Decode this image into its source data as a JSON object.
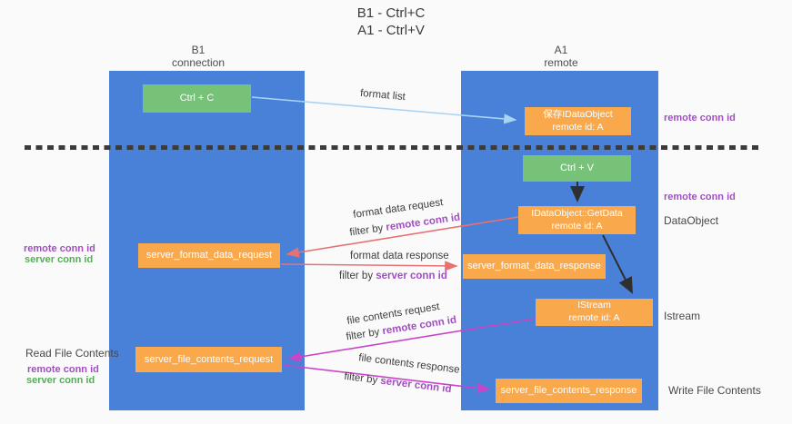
{
  "title": {
    "line1": "B1 - Ctrl+C",
    "line2": "A1 - Ctrl+V"
  },
  "lanes": {
    "left": {
      "name": "B1",
      "subtitle": "connection"
    },
    "right": {
      "name": "A1",
      "subtitle": "remote"
    }
  },
  "nodes": {
    "ctrl_c": {
      "label": "Ctrl + C"
    },
    "save_idataobject": {
      "line1": "保存IDataObject",
      "line2": "remote id: A"
    },
    "ctrl_v": {
      "label": "Ctrl + V"
    },
    "getdata": {
      "line1": "IDataObject::GetData",
      "line2": "remote id: A"
    },
    "format_request": {
      "label": "server_format_data_request"
    },
    "format_response": {
      "label": "server_format_data_response"
    },
    "istream": {
      "line1": "IStream",
      "line2": "remote id: A"
    },
    "file_request": {
      "label": "server_file_contents_request"
    },
    "file_response": {
      "label": "server_file_contents_response"
    }
  },
  "edges": {
    "format_list": {
      "label": "format list"
    },
    "format_data_request": {
      "label": "format data request",
      "filter_prefix": "filter by ",
      "filter_key": "remote conn id"
    },
    "format_data_response": {
      "label": "format data response",
      "filter_prefix": "filter by ",
      "filter_key": "server conn id"
    },
    "file_contents_request": {
      "label": "file contents request",
      "filter_prefix": "filter by ",
      "filter_key": "remote conn id"
    },
    "file_contents_response": {
      "label": "file contents response",
      "filter_prefix": "filter by ",
      "filter_key": "server conn id"
    }
  },
  "side_labels": {
    "left_top": {
      "remote": "remote conn id",
      "server": "server conn id"
    },
    "left_read": "Read File Contents",
    "left_bottom": {
      "remote": "remote conn id",
      "server": "server conn id"
    },
    "right_conn_top": "remote conn id",
    "right_conn_mid": "remote conn id",
    "right_dataobject": "DataObject",
    "right_istream": "Istream",
    "right_write": "Write File Contents"
  },
  "colors": {
    "lane_blue": "#4a81d8",
    "node_orange": "#f9a94b",
    "node_green": "#77c279",
    "arrow_light_blue": "#a9d3f2",
    "arrow_red": "#e87272",
    "arrow_magenta": "#c845c8",
    "arrow_black": "#2f2f2f",
    "text_purple": "#a24ec2",
    "text_green": "#55ad57"
  }
}
